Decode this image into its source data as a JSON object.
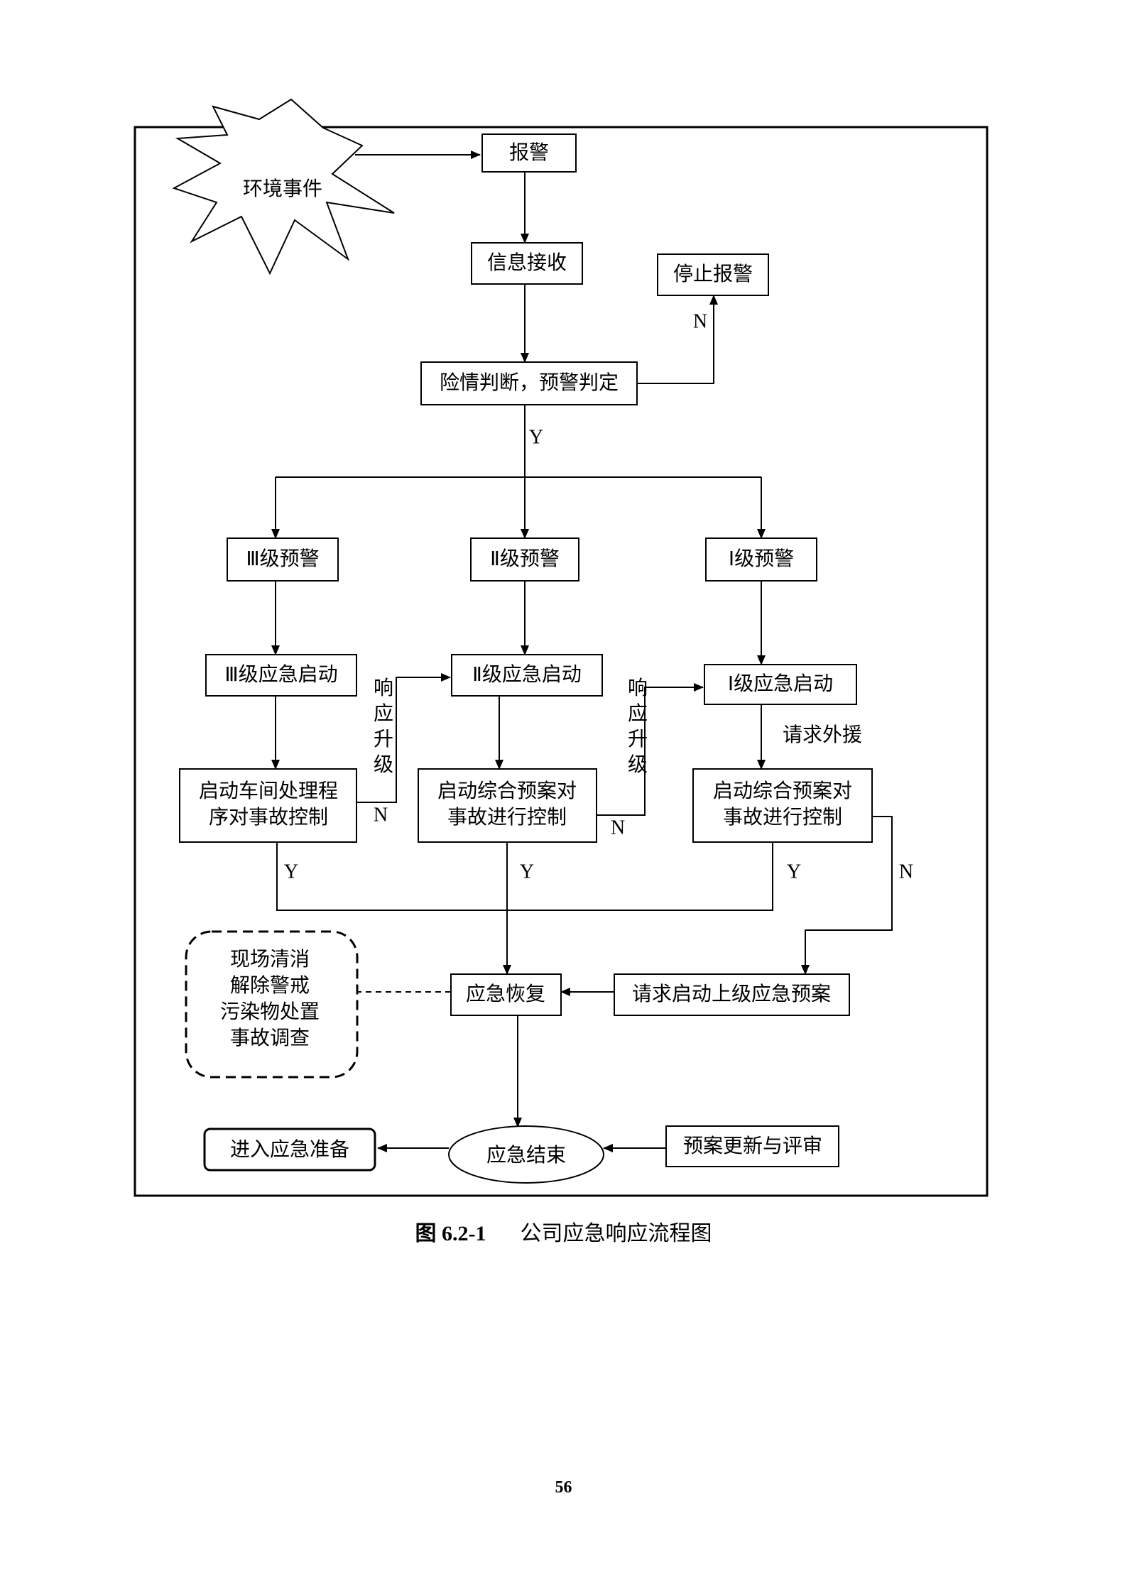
{
  "nodes": {
    "event": "环境事件",
    "alarm": "报警",
    "receive": "信息接收",
    "stop_alarm": "停止报警",
    "judge": "险情判断，预警判定",
    "warn3": "Ⅲ级预警",
    "warn2": "Ⅱ级预警",
    "warn1": "Ⅰ级预警",
    "start3": "Ⅲ级应急启动",
    "start2": "Ⅱ级应急启动",
    "start1": "Ⅰ级应急启动",
    "ctrl3_l1": "启动车间处理程",
    "ctrl3_l2": "序对事故控制",
    "ctrl2_l1": "启动综合预案对",
    "ctrl2_l2": "事故进行控制",
    "ctrl1_l1": "启动综合预案对",
    "ctrl1_l2": "事故进行控制",
    "recovery": "应急恢复",
    "request_upper": "请求启动上级应急预案",
    "end": "应急结束",
    "enter_prep": "进入应急准备",
    "update_review": "预案更新与评审",
    "cleanup_l1": "现场清消",
    "cleanup_l2": "解除警戒",
    "cleanup_l3": "污染物处置",
    "cleanup_l4": "事故调查"
  },
  "labels": {
    "yes": "Y",
    "no": "N",
    "upgrade_1": "响",
    "upgrade_2": "应",
    "upgrade_3": "升",
    "upgrade_4": "级",
    "external_help": "请求外援"
  },
  "caption": {
    "number": "图 6.2-1",
    "title": "公司应急响应流程图"
  },
  "page_number": "56"
}
